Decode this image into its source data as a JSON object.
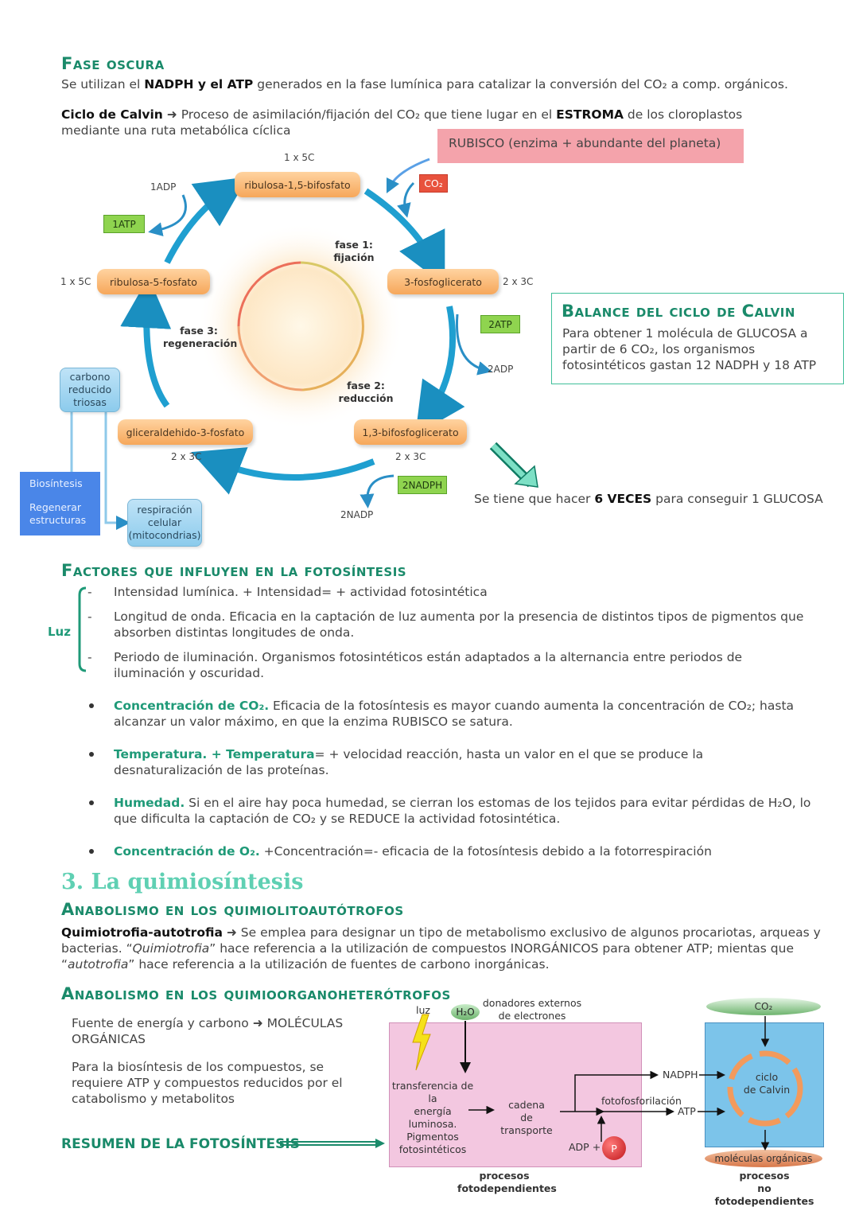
{
  "fase_oscura": {
    "title": "Fase oscura",
    "intro_pre": "Se utilizan el ",
    "intro_bold": "NADPH y el ATP",
    "intro_post": " generados en la fase lumínica para catalizar la conversión del CO₂ a comp. orgánicos.",
    "calvin_bold": "Ciclo de Calvin",
    "calvin_arrow": " ➜ ",
    "calvin_text1": "Proceso de asimilación/fijación del CO₂ que tiene lugar en el ",
    "calvin_bold2": "ESTROMA",
    "calvin_text2": " de los cloroplastos",
    "calvin_line2": "mediante una ruta metabólica cíclica",
    "rubisco": "RUBISCO (enzima + abundante del planeta)"
  },
  "cycle": {
    "ribulosa_bif": "ribulosa-1,5-bifosfato",
    "ribulosa_5f": "ribulosa-5-fosfato",
    "fosfoglicerato": "3-fosfoglicerato",
    "bifosfoglicerato": "1,3-bifosfoglicerato",
    "gliceraldehido": "gliceraldehido-3-fosfato",
    "co2": "CO₂",
    "lbl_1x5c_top": "1 x 5C",
    "lbl_1x5c_left": "1 x 5C",
    "lbl_2x3c_right": "2 x 3C",
    "lbl_2x3c_bl": "2 x 3C",
    "lbl_2x3c_br": "2 x 3C",
    "adp1": "1ADP",
    "atp1": "1ATP",
    "atp2": "2ATP",
    "adp2": "2ADP",
    "nadph2": "2NADPH",
    "nadp2": "2NADP",
    "fase1": "fase 1:\nfijación",
    "fase2": "fase 2:\nreducción",
    "fase3": "fase 3:\nregeneración",
    "carbono": "carbono\nreducido\ntriosas",
    "biosintesis": "Biosíntesis",
    "regenerar": "Regenerar\nestructuras",
    "respiracion": "respiración\ncelular\n(mitocondrias)"
  },
  "balance": {
    "title": "Balance del ciclo de Calvin",
    "text": "Para obtener 1 molécula de GLUCOSA a partir de 6 CO₂, los organismos fotosintéticos gastan 12 NADPH y 18 ATP"
  },
  "veces": {
    "pre": "Se tiene que hacer ",
    "bold": "6 VECES",
    "post": " para conseguir 1 GLUCOSA"
  },
  "factores": {
    "title": "Factores que influyen en la fotosíntesis",
    "luz": "Luz",
    "dash": "-",
    "luz_items": [
      "Intensidad lumínica. + Intensidad= + actividad fotosintética",
      "Longitud de onda. Eficacia en la captación de luz aumenta por la presencia de distintos tipos de pigmentos que absorben distintas longitudes de onda.",
      "Periodo de iluminación. Organismos fotosintéticos están adaptados a la alternancia entre periodos de iluminación y oscuridad."
    ],
    "co2_term": "Concentración de CO₂.",
    "co2_text": " Eficacia de la fotosíntesis es mayor cuando aumenta la concentración de CO₂; hasta alcanzar un valor máximo, en que la enzima RUBISCO se satura.",
    "temp_term": "Temperatura. + Temperatura",
    "temp_text": "= + velocidad reacción, hasta un valor en el que se produce la desnaturalización de las proteínas.",
    "hum_term": "Humedad.",
    "hum_text": " Si en el aire hay poca humedad, se cierran los estomas de los tejidos para evitar pérdidas de H₂O, lo que dificulta la captación de CO₂ y se REDUCE la actividad fotosintética.",
    "o2_term": "Concentración de O₂.",
    "o2_text": " +Concentración=- eficacia de la fotosíntesis debido a la fotorrespiración"
  },
  "quimio": {
    "title": "3. La quimiosíntesis",
    "sub1": "Anabolismo en los quimiolitoautótrofos",
    "q_bold": "Quimiotrofia-autotrofia",
    "q_text1": " ➜ Se emplea para designar un tipo de metabolismo exclusivo de algunos procariotas, arqueas y bacterias. “",
    "q_it1": "Quimiotrofia",
    "q_text2": "” hace referencia a la utilización de compuestos INORGÁNICOS para obtener ATP; mientas que “",
    "q_it2": "autotrofia",
    "q_text3": "” hace referencia a la utilización de fuentes de carbono inorgánicas.",
    "sub2": "Anabolismo en los quimioorganoheterótrofos",
    "fuente": "Fuente de energía y carbono ➜ MOLÉCULAS ORGÁNICAS",
    "biosin": "Para la biosíntesis de los compuestos, se requiere ATP y compuestos reducidos por el catabolismo y metabolitos",
    "resumen": "RESUMEN DE LA FOTOSÍNTESIS"
  },
  "diagram": {
    "luz": "luz",
    "h2o": "H₂O",
    "donadores": "donadores externos\nde electrones",
    "transferencia": "transferencia de la\nenergía luminosa.\nPigmentos\nfotosintéticos",
    "cadena": "cadena\nde transporte",
    "fotofos": "fotofosforilación",
    "nadph": "NADPH",
    "atp": "ATP",
    "adp": "ADP +",
    "p": "P",
    "co2": "CO₂",
    "ciclo": "ciclo\nde Calvin",
    "moleculas": "moléculas orgánicas",
    "proc_foto": "procesos\nfotodependientes",
    "proc_nofoto": "procesos\nno fotodependientes"
  }
}
